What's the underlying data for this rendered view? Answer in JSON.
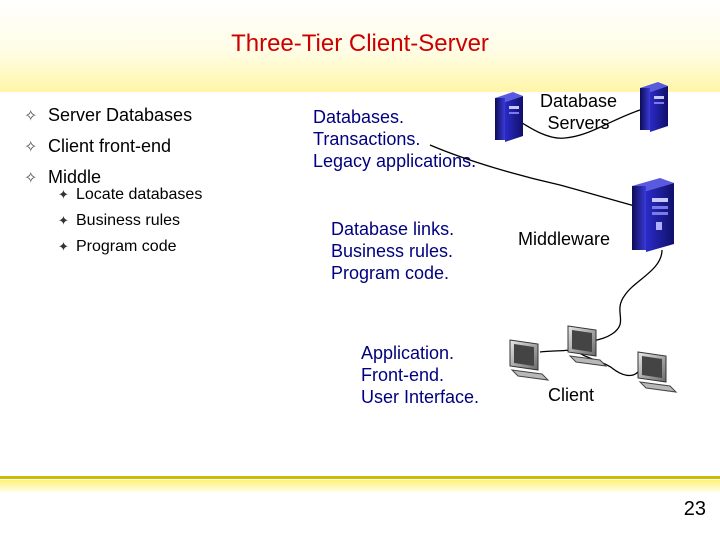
{
  "title": "Three-Tier Client-Server",
  "bullets": [
    "Server Databases",
    "Client front-end",
    "Middle"
  ],
  "sub_bullets": [
    "Locate databases",
    "Business rules",
    "Program code"
  ],
  "tiers": {
    "database": [
      "Databases.",
      "Transactions.",
      "Legacy applications."
    ],
    "middleware": [
      "Database links.",
      "Business rules.",
      "Program code."
    ],
    "client": [
      "Application.",
      "Front-end.",
      "User Interface."
    ]
  },
  "labels": {
    "database_servers": [
      "Database",
      "Servers"
    ],
    "middleware": "Middleware",
    "client": "Client"
  },
  "page_number": "23",
  "icons": {
    "bullet": "diamond-star-icon",
    "sub_bullet": "four-point-star-icon",
    "server": "server-tower-icon",
    "computer": "desktop-computer-icon"
  },
  "colors": {
    "title": "#cc0000",
    "tier_text": "#000080",
    "server_body": "#1a1aa0"
  }
}
